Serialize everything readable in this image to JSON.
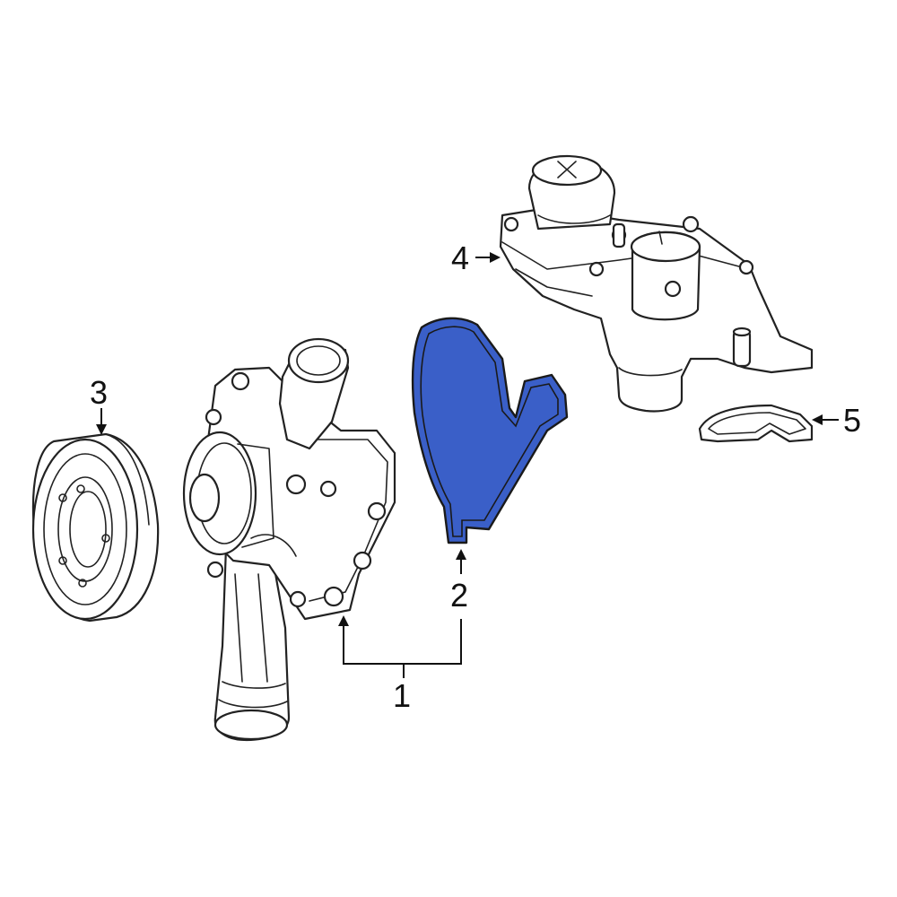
{
  "colors": {
    "highlight_fill": "#3a5fc8",
    "outline": "#222222",
    "background": "#ffffff"
  },
  "callouts": [
    {
      "id": "1",
      "label": "1",
      "part": "water-pump"
    },
    {
      "id": "2",
      "label": "2",
      "part": "water-pump-gasket",
      "highlighted": true
    },
    {
      "id": "3",
      "label": "3",
      "part": "pulley"
    },
    {
      "id": "4",
      "label": "4",
      "part": "thermostat-housing"
    },
    {
      "id": "5",
      "label": "5",
      "part": "housing-gasket"
    }
  ]
}
